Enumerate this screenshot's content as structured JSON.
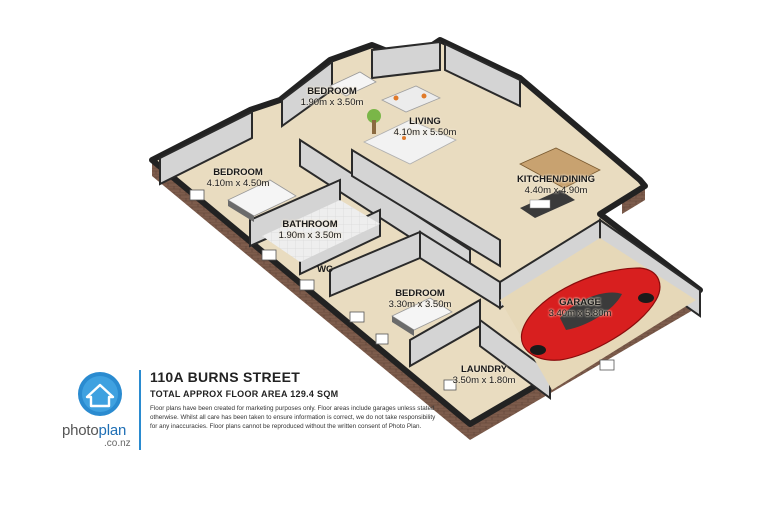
{
  "property": {
    "address": "110A BURNS STREET",
    "total_area": "TOTAL APPROX FLOOR AREA 129.4 SQM",
    "disclaimer": "Floor plans have been created for marketing purposes only. Floor areas include garages unless stated otherwise. Whilst all care has been taken to ensure information is correct, we do not take responsibility for any inaccuracies. Floor plans cannot be reproduced without the written consent of Photo Plan."
  },
  "logo": {
    "brand_main": "photo",
    "brand_accent": "plan",
    "domain": ".co.nz",
    "icon": "house-icon",
    "accent_color": "#1f6fb5"
  },
  "rooms": [
    {
      "id": "bedroom-top",
      "name": "BEDROOM",
      "dims": "1.90m x 3.50m"
    },
    {
      "id": "living",
      "name": "LIVING",
      "dims": "4.10m x 5.50m"
    },
    {
      "id": "bedroom-left",
      "name": "BEDROOM",
      "dims": "4.10m x 4.50m"
    },
    {
      "id": "kitchen",
      "name": "KITCHEN/DINING",
      "dims": "4.40m x 4.90m"
    },
    {
      "id": "bathroom",
      "name": "BATHROOM",
      "dims": "1.90m x 3.50m"
    },
    {
      "id": "wc",
      "name": "WC",
      "dims": ""
    },
    {
      "id": "bedroom-mid",
      "name": "BEDROOM",
      "dims": "3.30m x 3.50m"
    },
    {
      "id": "garage",
      "name": "GARAGE",
      "dims": "3.40m x 5.80m"
    },
    {
      "id": "laundry",
      "name": "LAUNDRY",
      "dims": "3.50m x 1.80m"
    }
  ],
  "colors": {
    "floor": "#e9dcc0",
    "wall_top": "#2a2a2a",
    "wall_inner": "#d8d8d8",
    "brick": "#7a5a4a",
    "car": "#d81f1f"
  }
}
